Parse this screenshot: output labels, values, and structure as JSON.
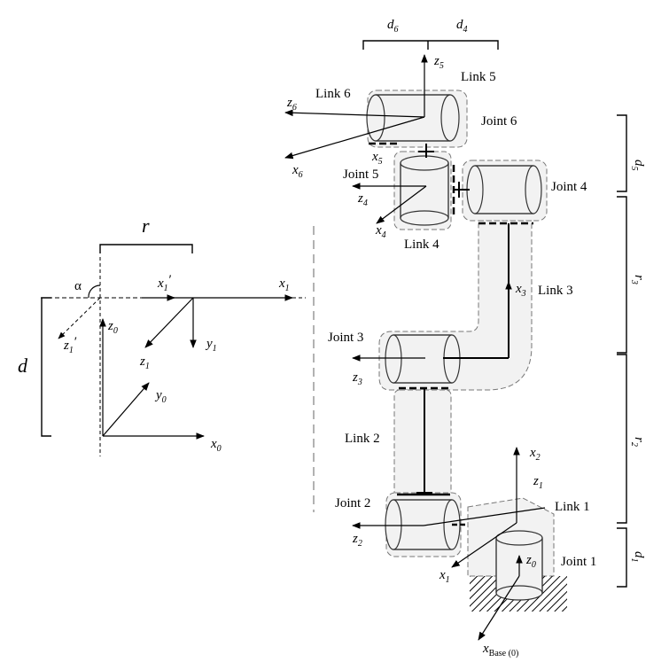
{
  "left_frame": {
    "r": "r",
    "d": "d",
    "alpha": "α",
    "x1p": "x",
    "x1p_sub": "1",
    "x1": "x",
    "x1_sub": "1",
    "z1p": "z",
    "z1p_sub": "1",
    "z0": "z",
    "z0_sub": "0",
    "y1": "y",
    "y1_sub": "1",
    "z1": "z",
    "z1_sub": "1",
    "y0": "y",
    "y0_sub": "0",
    "x0": "x",
    "x0_sub": "0"
  },
  "robot": {
    "d6": "d",
    "d6_sub": "6",
    "d4": "d",
    "d4_sub": "4",
    "d5": "d",
    "d5_sub": "5",
    "r3": "r",
    "r3_sub": "3",
    "r2": "r",
    "r2_sub": "2",
    "d1": "d",
    "d1_sub": "1",
    "link5": "Link 5",
    "link6": "Link 6",
    "joint6": "Joint 6",
    "joint5": "Joint 5",
    "joint4": "Joint 4",
    "link4": "Link 4",
    "link3": "Link 3",
    "joint3": "Joint 3",
    "link2": "Link 2",
    "joint2": "Joint 2",
    "link1": "Link 1",
    "joint1": "Joint 1",
    "z5": "z",
    "z5_sub": "5",
    "z6": "z",
    "z6_sub": "6",
    "x6": "x",
    "x6_sub": "6",
    "x5": "x",
    "x5_sub": "5",
    "z4": "z",
    "z4_sub": "4",
    "x4": "x",
    "x4_sub": "4",
    "x3": "x",
    "x3_sub": "3",
    "z3": "z",
    "z3_sub": "3",
    "x2": "x",
    "x2_sub": "2",
    "z1": "z",
    "z1_sub": "1",
    "z2": "z",
    "z2_sub": "2",
    "x1": "x",
    "x1_sub": "1",
    "z0": "z",
    "z0_sub": "0",
    "xbase": "x",
    "xbase_sub": "Base (0)"
  }
}
